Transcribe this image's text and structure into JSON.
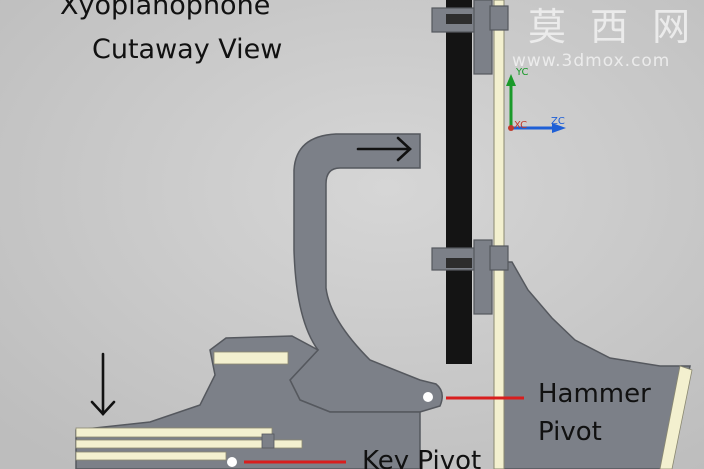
{
  "title": {
    "line1": "Xyopianophone",
    "line2": "Cutaway View"
  },
  "labels": {
    "hammer_pivot_line1": "Hammer",
    "hammer_pivot_line2": "Pivot",
    "key_pivot": "Key Pivot"
  },
  "watermark": {
    "chinese": "莫 西 网",
    "url": "www.3dmox.com"
  },
  "axes": {
    "yc": "YC",
    "xc": "XC",
    "zc": "ZC"
  },
  "colors": {
    "background": "#c9c9c9",
    "part_gray": "#7c8088",
    "part_edge": "#55585e",
    "cream": "#f3f0cf",
    "black_bar": "#141414",
    "pointer_red": "#d81e1e",
    "axis_green": "#1a9a2a",
    "axis_blue": "#1e5fd6",
    "axis_red": "#c0392b"
  },
  "icons": {
    "right_arrow": "arrow-right-icon",
    "down_arrow": "arrow-down-icon"
  }
}
